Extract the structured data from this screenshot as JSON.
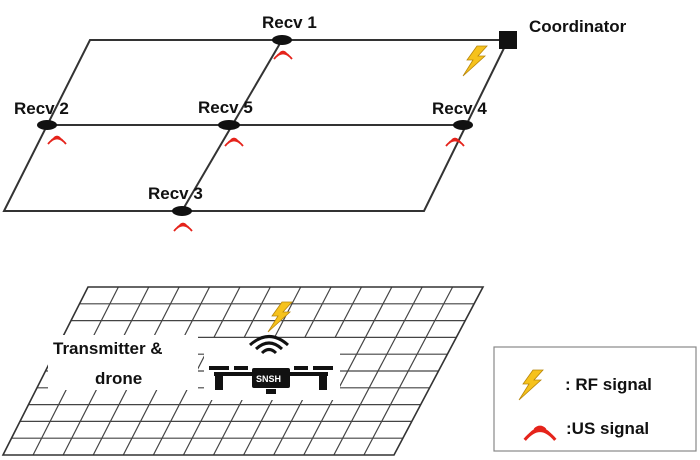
{
  "labels": {
    "recv1": "Recv 1",
    "recv2": "Recv 2",
    "recv3": "Recv 3",
    "recv4": "Recv 4",
    "recv5": "Recv 5",
    "coordinator": "Coordinator",
    "transmitter_line1": "Transmitter &",
    "transmitter_line2": "drone",
    "drone_badge": "SNSH"
  },
  "legend": {
    "rf": ": RF signal",
    "us": ":US signal"
  },
  "icons": {
    "rf": "lightning-bolt-icon",
    "us": "ultrasound-wave-icon",
    "coordinator": "black-square-node",
    "drone": "quadcopter-drone-icon"
  },
  "colors": {
    "rf_bolt": "#f6c21c",
    "us_wave": "#e5231b",
    "lines": "#333333"
  }
}
